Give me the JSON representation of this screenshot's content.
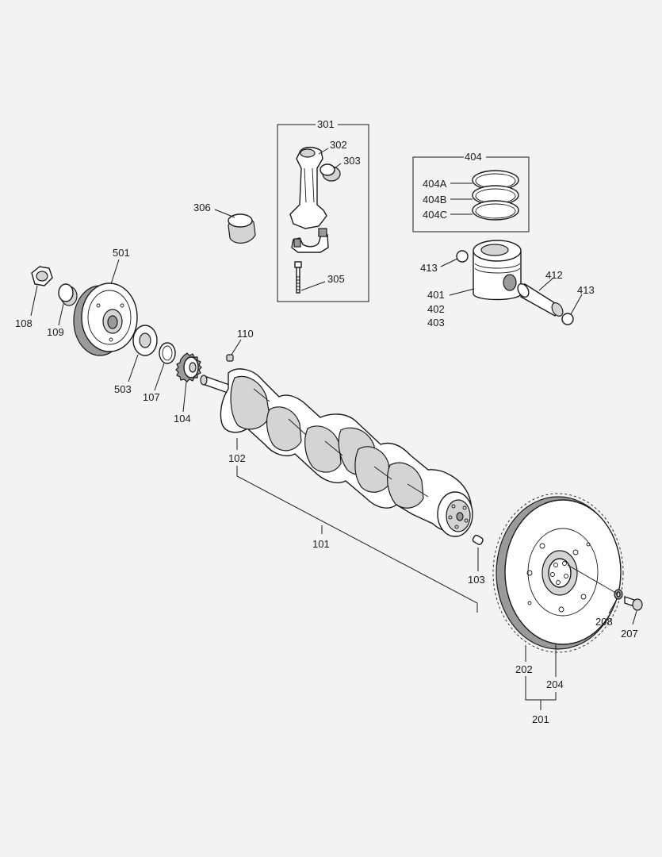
{
  "callouts": {
    "c101": "101",
    "c102": "102",
    "c103": "103",
    "c104": "104",
    "c107": "107",
    "c108": "108",
    "c109": "109",
    "c110": "110",
    "c201": "201",
    "c202": "202",
    "c204": "204",
    "c207": "207",
    "c208": "208",
    "c301": "301",
    "c302": "302",
    "c303": "303",
    "c305": "305",
    "c306": "306",
    "c401": "401",
    "c402": "402",
    "c403": "403",
    "c404": "404",
    "c404A": "404A",
    "c404B": "404B",
    "c404C": "404C",
    "c412": "412",
    "c413a": "413",
    "c413b": "413",
    "c501": "501",
    "c503": "503"
  },
  "colors": {
    "background": "#f3f3f3",
    "line": "#1a1a1a",
    "part_fill": "#ffffff",
    "shade_fill": "#d4d4d4"
  }
}
